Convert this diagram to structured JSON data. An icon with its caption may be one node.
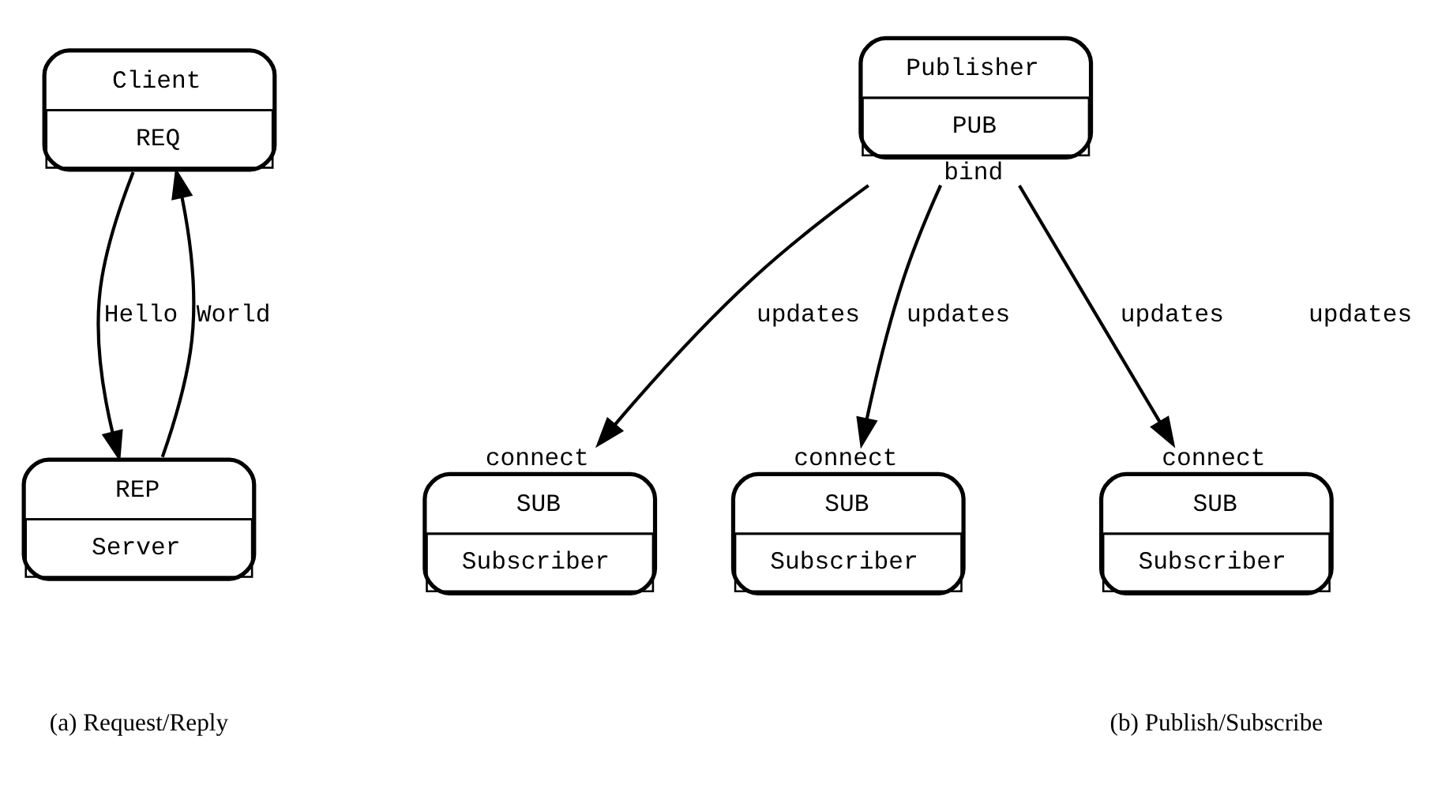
{
  "diagram": {
    "nodes": [
      {
        "text": [
          "Client",
          "REQ"
        ]
      },
      {
        "text": [
          "REP",
          "Server"
        ]
      },
      {
        "text": [
          "Publisher",
          "PUB"
        ],
        "beside": [
          "bind"
        ]
      },
      {
        "text": [
          "SUB",
          "Subscriber"
        ],
        "beside": [
          "connect"
        ]
      },
      {
        "text": [
          "SUB",
          "Subscriber"
        ],
        "beside": [
          "connect"
        ]
      },
      {
        "text": [
          "SUB",
          "Subscriber"
        ],
        "beside": [
          "connect"
        ]
      }
    ],
    "edges": [
      {
        "from": 0,
        "to": 1,
        "arrow": "to",
        "label": "Hello"
      },
      {
        "from": 1,
        "to": 0,
        "arrow": "to",
        "label": "World"
      },
      {
        "from": 2,
        "to": 3,
        "arrow": "to",
        "label": "updates"
      },
      {
        "from": 2,
        "to": 4,
        "arrow": "to",
        "label": "updates"
      },
      {
        "from": 2,
        "to": 5,
        "arrow": "to",
        "label": "updates"
      }
    ],
    "labels": [
      "updates",
      "(a) Request/Reply",
      "(b) Publish/Subscribe"
    ]
  }
}
